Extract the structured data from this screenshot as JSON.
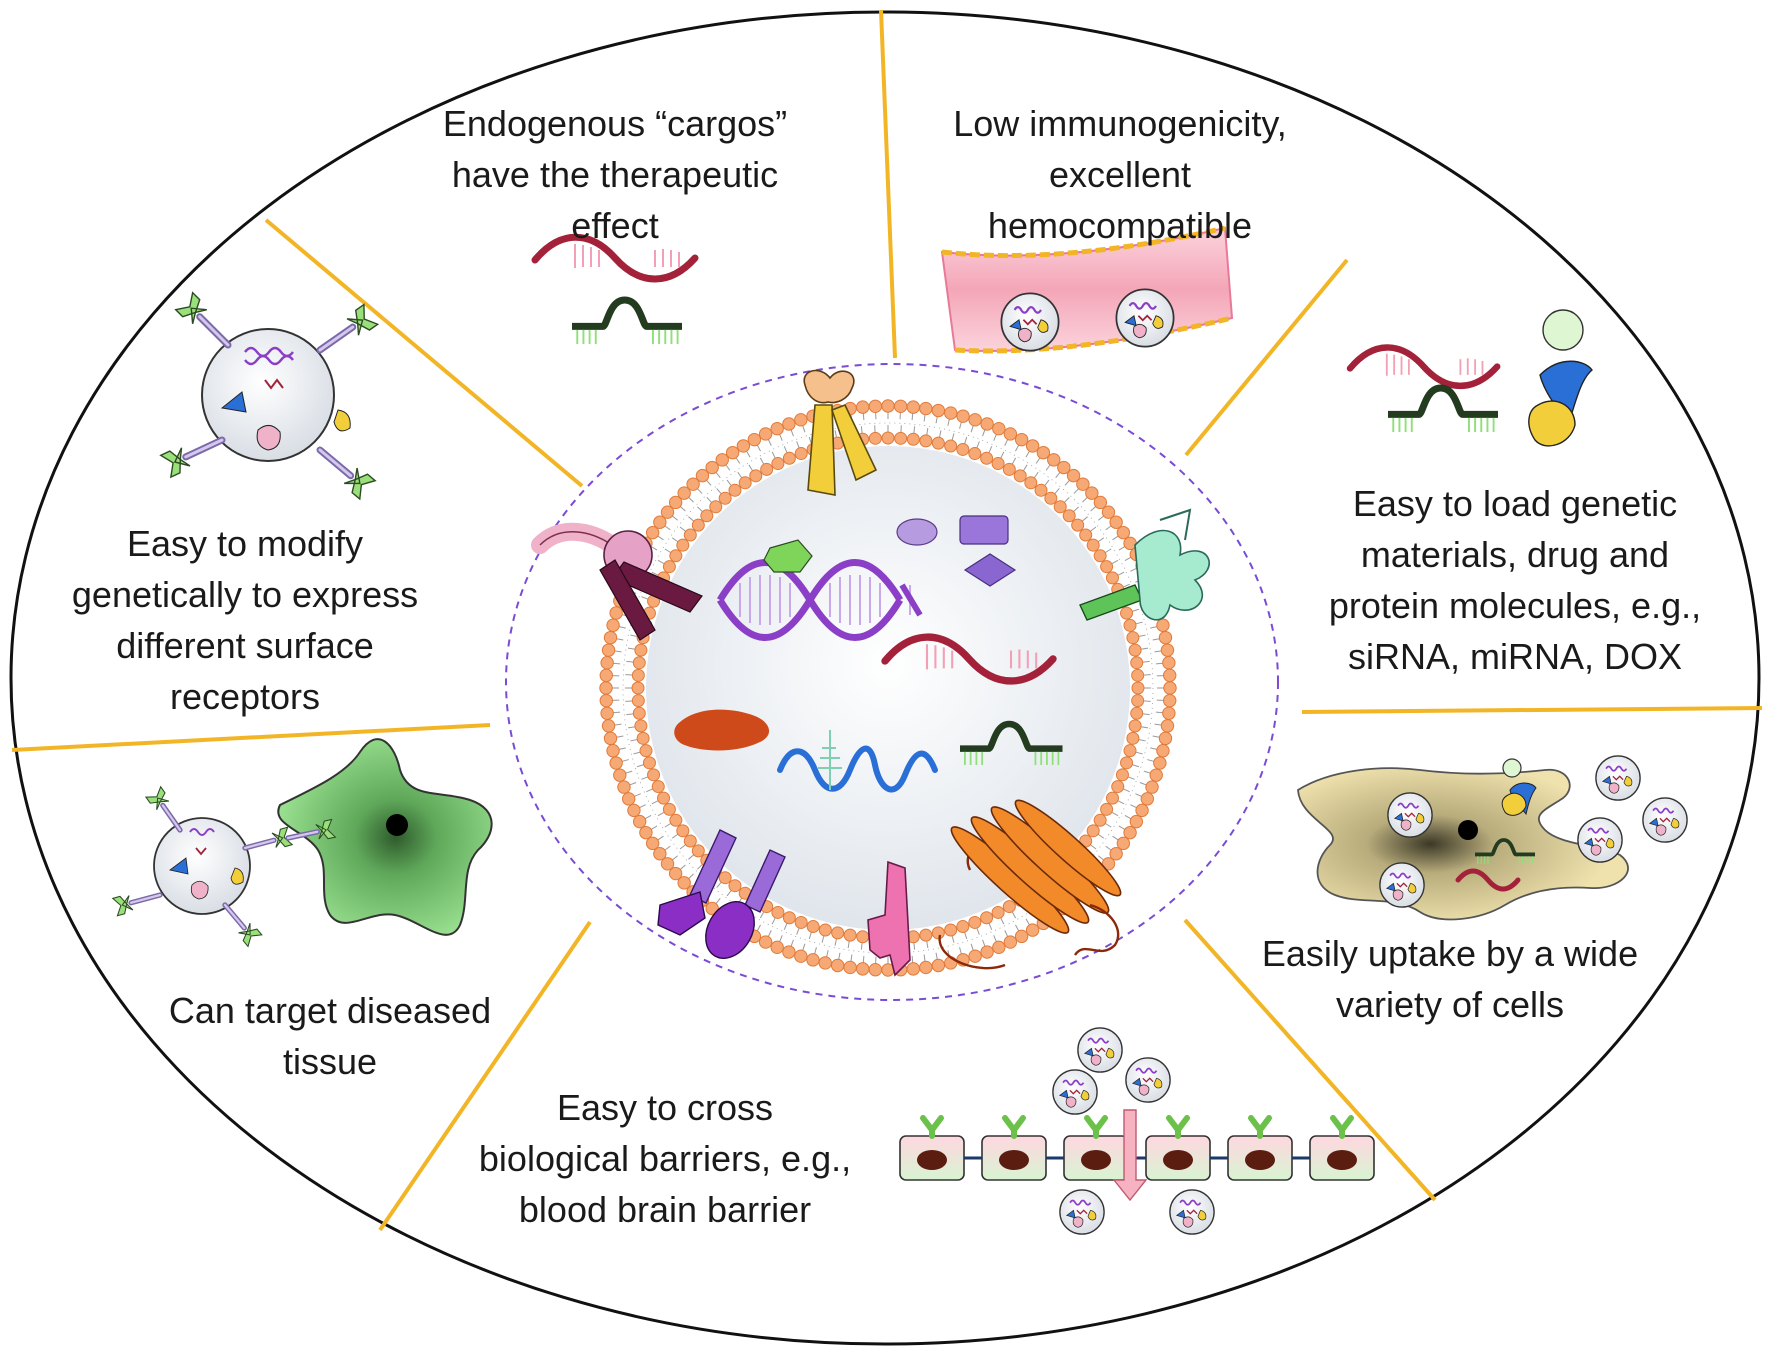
{
  "segments": {
    "cargos": {
      "lines": [
        "Endogenous “cargos”",
        "have the therapeutic",
        "effect"
      ]
    },
    "immunogenicity": {
      "lines": [
        "Low immunogenicity,",
        "excellent",
        "hemocompatible"
      ]
    },
    "modify": {
      "lines": [
        "Easy to modify",
        "genetically to express",
        "different surface",
        "receptors"
      ]
    },
    "load": {
      "lines": [
        "Easy to load genetic",
        "materials, drug and",
        "protein molecules, e.g.,",
        "siRNA, miRNA, DOX"
      ]
    },
    "target": {
      "lines": [
        "Can target diseased",
        "tissue"
      ]
    },
    "uptake": {
      "lines": [
        "Easily uptake by a wide",
        "variety of cells"
      ]
    },
    "barriers": {
      "lines": [
        "Easy to cross",
        "biological barriers, e.g.,",
        "blood brain barrier"
      ]
    }
  },
  "colors": {
    "divider": "#f2b526",
    "membrane_head": "#f6a974",
    "lumen": "#eef1f4",
    "dna": "#8a3fc6",
    "rna": "#a3223a",
    "mirna": "#2a6fd6",
    "aptamer": "#233b1f",
    "vessel": "#f7b9c8",
    "cell_green": "#8fd88a",
    "cell_tan": "#e9dba8"
  },
  "icons": {
    "center": "exosome-icon",
    "cargos": "nucleic-acid-icon",
    "immunogenicity": "blood-vessel-icon",
    "modify": "engineered-exosome-icon",
    "load": "cargo-molecules-icon",
    "target": "targeting-icon",
    "uptake": "cell-uptake-icon",
    "barriers": "barrier-crossing-icon"
  }
}
